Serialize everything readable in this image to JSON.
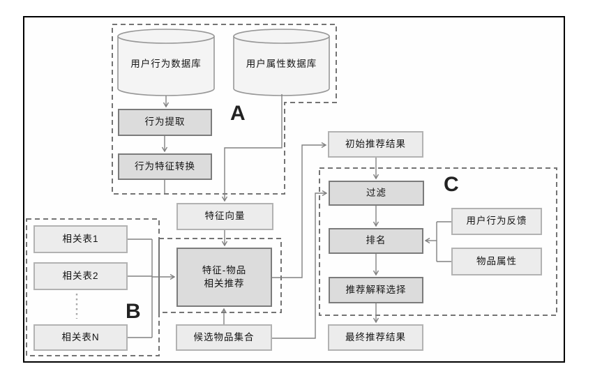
{
  "diagram": {
    "nodes": {
      "user_behavior_db": "用户行为数据库",
      "user_attribute_db": "用户属性数据库",
      "behavior_extraction": "行为提取",
      "behavior_feature_conversion": "行为特征转换",
      "feature_vector": "特征向量",
      "feature_item_rec_line1": "特征-物品",
      "feature_item_rec_line2": "相关推荐",
      "related_table_1": "相关表1",
      "related_table_2": "相关表2",
      "related_table_n": "相关表N",
      "candidate_item_set": "候选物品集合",
      "initial_rec_results": "初始推荐结果",
      "filter": "过滤",
      "ranking": "排名",
      "user_behavior_feedback": "用户行为反馈",
      "item_attributes": "物品属性",
      "rec_explanation_selection": "推荐解释选择",
      "final_rec_results": "最终推荐结果"
    },
    "group_labels": {
      "a": "A",
      "b": "B",
      "c": "C"
    },
    "colors": {
      "process_box_fill": "#dcdcdc",
      "process_box_border": "#7b7b7b",
      "data_box_fill": "#ececec",
      "data_box_border": "#b2b2b2",
      "cylinder_fill": "#f4f4f4",
      "connector": "#808080",
      "dashed_border": "#737373",
      "frame_border": "#000000"
    }
  }
}
